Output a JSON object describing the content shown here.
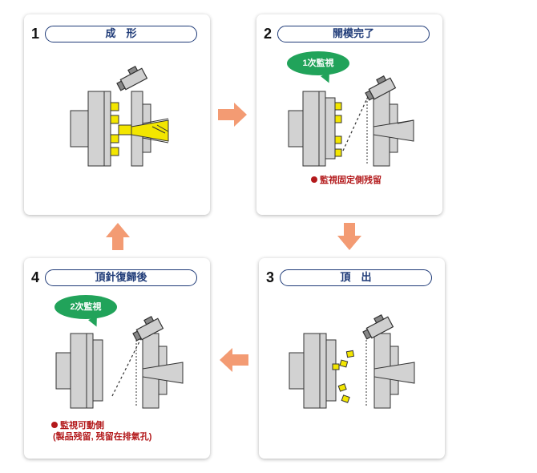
{
  "steps": [
    {
      "num": "1",
      "title": "成　形"
    },
    {
      "num": "2",
      "title": "開模完了",
      "bubble": "1次監視",
      "note": "監視固定側残留"
    },
    {
      "num": "3",
      "title": "頂　出"
    },
    {
      "num": "4",
      "title": "頂針復歸後",
      "bubble": "2次監視",
      "note_line1": "監視可動側",
      "note_line2": "(製品残留, 残留在排氣孔)"
    }
  ],
  "colors": {
    "accent": "#f39b73",
    "navy": "#1f3b78",
    "green": "#21a35a",
    "red": "#b3191b",
    "yellow": "#f3e600",
    "gray": "#d2d2d2"
  }
}
